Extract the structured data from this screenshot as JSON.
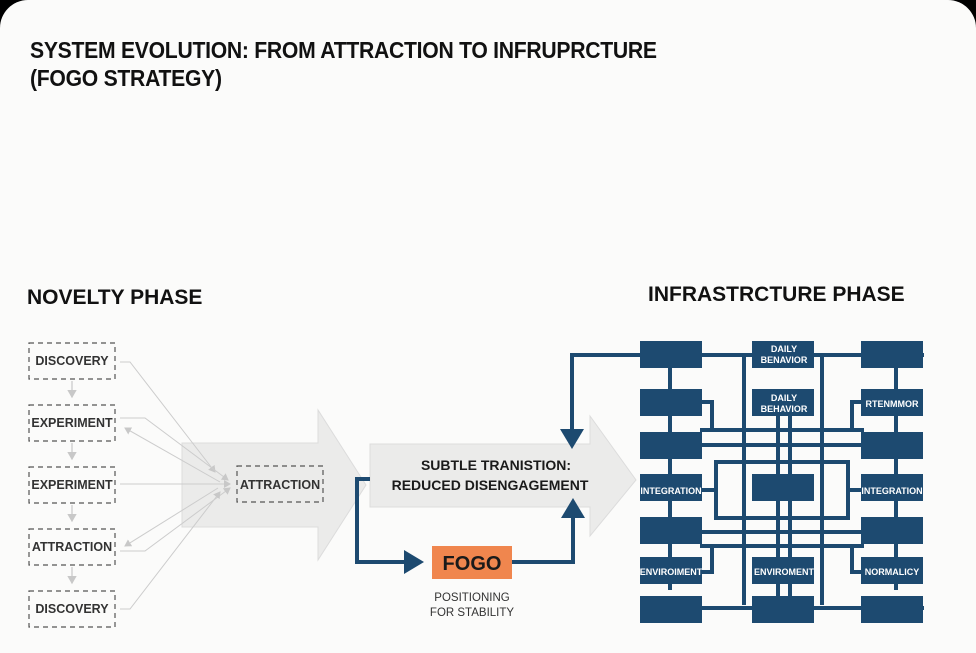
{
  "title": {
    "line1": "SYSTEM EVOLUTION: FROM ATTRACTION TO INFRUPRCTURE",
    "line2": "(FOGO STRATEGY)"
  },
  "novelty_phase": {
    "heading": "NOVELTY PHASE",
    "stages": [
      "DISCOVERY",
      "EXPERIMENT",
      "EXPERIMENT",
      "ATTRACTION",
      "DISCOVERY"
    ],
    "target": "ATTRACTION"
  },
  "transition": {
    "line1": "SUBTLE TRANISTION:",
    "line2": "REDUCED DISENGAGEMENT"
  },
  "fogo": {
    "label": "FOGO",
    "caption_line1": "POSITIONING",
    "caption_line2": "FOR STABILITY"
  },
  "infrastructure_phase": {
    "heading": "INFRASTRCTURE PHASE",
    "labels": {
      "top_center": [
        "DAILY",
        "BENAVIOR"
      ],
      "second_center": [
        "DAILY",
        "BEHAVIOR"
      ],
      "second_right": "RTENMMOR",
      "mid_left": "INTEGRATION",
      "mid_right": "INTEGRATION",
      "low_left": "ENVIROIMENT",
      "low_center": "ENVIROMENT",
      "low_right": "NORMALICY"
    }
  },
  "colors": {
    "navy": "#1d4a70",
    "fogo_orange": "#f0864e",
    "arrow_gray": "#e9e9e8"
  }
}
